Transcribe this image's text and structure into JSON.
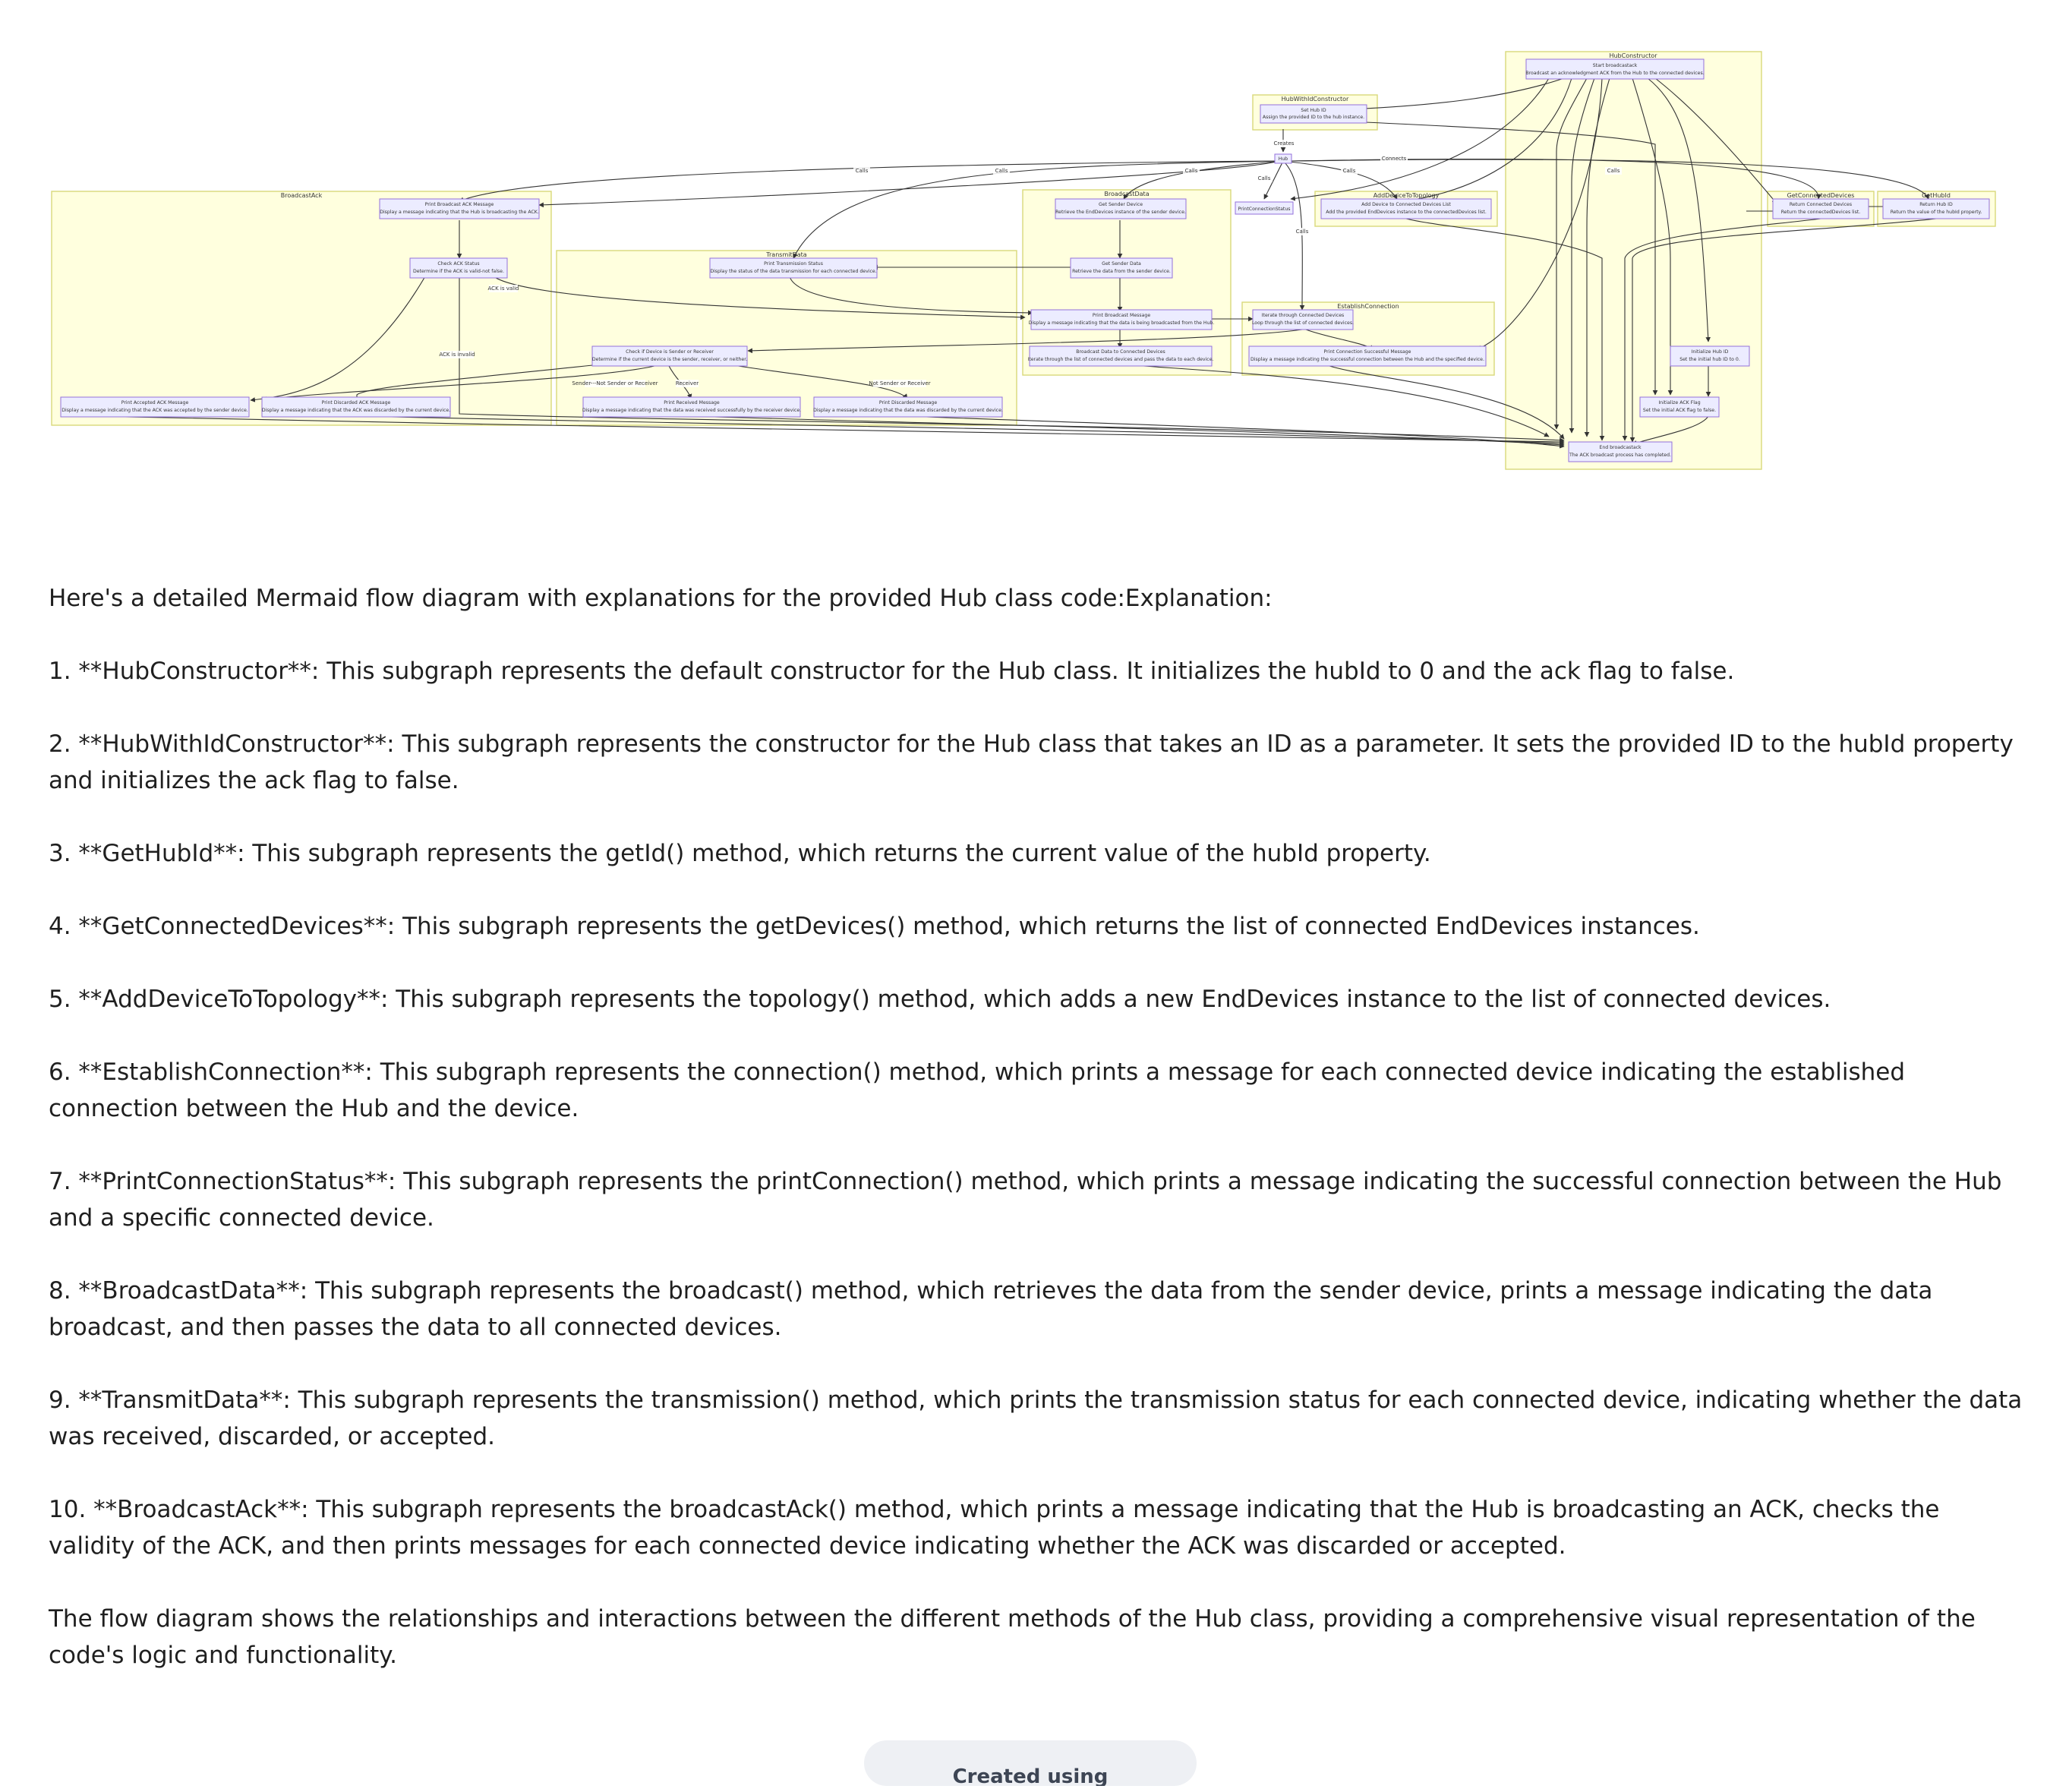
{
  "diagram": {
    "clusters": {
      "hub_constructor": "HubConstructor",
      "hub_with_id_constructor": "HubWithIdConstructor",
      "broadcast_ack": "BroadcastAck",
      "transmit_data": "TransmitData",
      "broadcast_data": "BroadcastData",
      "add_device_to_topology": "AddDeviceToTopology",
      "establish_connection": "EstablishConnection",
      "get_connected_devices": "GetConnectedDevices",
      "get_hub_id": "GetHubId"
    },
    "nodes": {
      "start_broadcast_ack": {
        "title": "Start broadcastack",
        "desc": "Broadcast an acknowledgment ACK from the Hub to the connected devices."
      },
      "set_hub_id": {
        "title": "Set Hub ID",
        "desc": "Assign the provided ID to the hub instance."
      },
      "hub": {
        "title": "Hub",
        "desc": ""
      },
      "print_broadcast_ack_message": {
        "title": "Print Broadcast ACK Message",
        "desc": "Display a message indicating that the Hub is broadcasting the ACK."
      },
      "check_ack_status": {
        "title": "Check ACK Status",
        "desc": "Determine if the ACK is valid-not false."
      },
      "print_transmission_status": {
        "title": "Print Transmission Status",
        "desc": "Display the status of the data transmission for each connected device."
      },
      "get_sender_device": {
        "title": "Get Sender Device",
        "desc": "Retrieve the EndDevices instance of the sender device."
      },
      "print_connection_status": {
        "title": "PrintConnectionStatus",
        "desc": ""
      },
      "add_device_to_list": {
        "title": "Add Device to Connected Devices List",
        "desc": "Add the provided EndDevices instance to the connectedDevices list."
      },
      "return_connected_devices": {
        "title": "Return Connected Devices",
        "desc": "Return the connectedDevices list."
      },
      "return_hub_id": {
        "title": "Return Hub ID",
        "desc": "Return the value of the hubId property."
      },
      "get_sender_data": {
        "title": "Get Sender Data",
        "desc": "Retrieve the data from the sender device."
      },
      "print_broadcast_message": {
        "title": "Print Broadcast Message",
        "desc": "Display a message indicating that the data is being broadcasted from the Hub."
      },
      "iterate_connected_devices": {
        "title": "Iterate through Connected Devices",
        "desc": "Loop through the list of connected devices."
      },
      "check_sender_receiver": {
        "title": "Check if Device is Sender or Receiver",
        "desc": "Determine if the current device is the sender, receiver, or neither."
      },
      "broadcast_to_connected": {
        "title": "Broadcast Data to Connected Devices",
        "desc": "Iterate through the list of connected devices and pass the data to each device."
      },
      "print_connection_successful": {
        "title": "Print Connection Successful Message",
        "desc": "Display a message indicating the successful connection between the Hub and the specified device."
      },
      "initialize_hub_id": {
        "title": "Initialize Hub ID",
        "desc": "Set the initial hub ID to 0."
      },
      "print_accepted_ack": {
        "title": "Print Accepted ACK Message",
        "desc": "Display a message indicating that the ACK was accepted by the sender device."
      },
      "print_discarded_ack": {
        "title": "Print Discarded ACK Message",
        "desc": "Display a message indicating that the ACK was discarded by the current device."
      },
      "print_received_message": {
        "title": "Print Received Message",
        "desc": "Display a message indicating that the data was received successfully by the receiver device."
      },
      "print_discarded_message": {
        "title": "Print Discarded Message",
        "desc": "Display a message indicating that the data was discarded by the current device."
      },
      "initialize_ack_flag": {
        "title": "Initialize ACK Flag",
        "desc": "Set the initial ACK flag to false."
      },
      "end_broadcast_ack": {
        "title": "End broadcastack",
        "desc": "The ACK broadcast process has completed."
      }
    },
    "edge_labels": {
      "creates": "Creates",
      "calls": "Calls",
      "connects": "Connects",
      "ack_is_valid": "ACK is valid",
      "ack_is_invalid": "ACK is invalid",
      "sender_not_sender_or_receiver": "Sender---Not Sender or Receiver",
      "receiver": "Receiver",
      "not_sender_or_receiver": "Not Sender or Receiver"
    }
  },
  "explanation": {
    "intro": "Here's a detailed Mermaid flow diagram with explanations for the provided Hub class code:Explanation:",
    "items": [
      "1. **HubConstructor**: This subgraph represents the default constructor for the Hub class. It initializes the hubId to 0 and the ack flag to false.",
      "2. **HubWithIdConstructor**: This subgraph represents the constructor for the Hub class that takes an ID as a parameter. It sets the provided ID to the hubId property and initializes the ack flag to false.",
      "3. **GetHubId**: This subgraph represents the getId() method, which returns the current value of the hubId property.",
      "4. **GetConnectedDevices**: This subgraph represents the getDevices() method, which returns the list of connected EndDevices instances.",
      "5. **AddDeviceToTopology**: This subgraph represents the topology() method, which adds a new EndDevices instance to the list of connected devices.",
      "6. **EstablishConnection**: This subgraph represents the connection() method, which prints a message for each connected device indicating the established connection between the Hub and the device.",
      "7. **PrintConnectionStatus**: This subgraph represents the printConnection() method, which prints a message indicating the successful connection between the Hub and a specific connected device.",
      "8. **BroadcastData**: This subgraph represents the broadcast() method, which retrieves the data from the sender device, prints a message indicating the data broadcast, and then passes the data to all connected devices.",
      "9. **TransmitData**: This subgraph represents the transmission() method, which prints the transmission status for each connected device, indicating whether the data was received, discarded, or accepted.",
      "10. **BroadcastAck**: This subgraph represents the broadcastAck() method, which prints a message indicating that the Hub is broadcasting an ACK, checks the validity of the ACK, and then prints messages for each connected device indicating whether the ACK was discarded or accepted."
    ],
    "conclusion": "The flow diagram shows the relationships and interactions between the different methods of the Hub class, providing a comprehensive visual representation of the code's logic and functionality."
  },
  "footer": {
    "badge_text": "Created using codetoflow.com"
  }
}
